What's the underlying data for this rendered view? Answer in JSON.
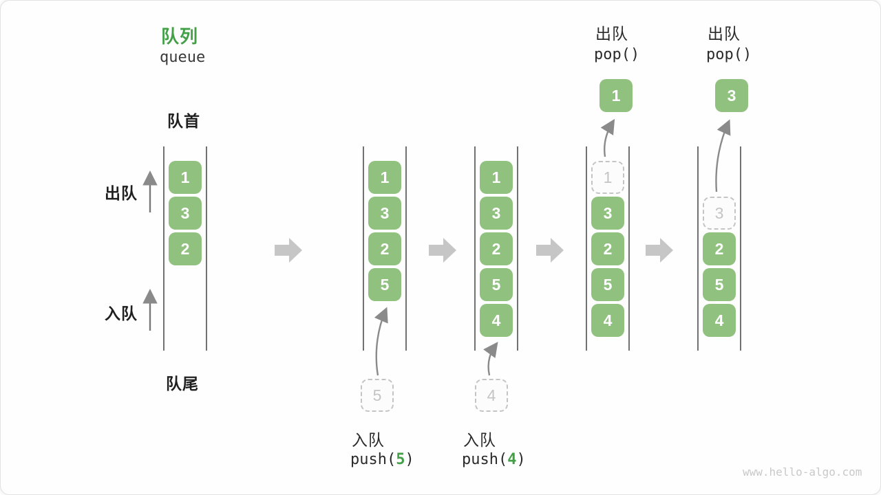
{
  "header": {
    "title": "队列",
    "subtitle": "queue"
  },
  "side_labels": {
    "front": "队首",
    "rear": "队尾",
    "dequeue": "出队",
    "enqueue": "入队"
  },
  "colors": {
    "box_green": "#90c17f",
    "accent_green": "#43a047",
    "block_arrow_gray": "#c6c6c6",
    "thin_arrow_gray": "#8a8a8a",
    "wall_line_gray": "#4d4d4d",
    "ghost_gray": "#c4c4c4",
    "text_dark": "#1f1f1f",
    "watermark_gray": "#c9c9c9"
  },
  "states": [
    {
      "items": [
        "1",
        "3",
        "2"
      ]
    },
    {
      "items": [
        "1",
        "3",
        "2",
        "5"
      ],
      "pending_value": "5",
      "op": {
        "label": "入队",
        "code_prefix": "push(",
        "code_arg": "5",
        "code_suffix": ")"
      }
    },
    {
      "items": [
        "1",
        "3",
        "2",
        "5",
        "4"
      ],
      "pending_value": "4",
      "op": {
        "label": "入队",
        "code_prefix": "push(",
        "code_arg": "4",
        "code_suffix": ")"
      }
    },
    {
      "ghost_value": "1",
      "items": [
        "3",
        "2",
        "5",
        "4"
      ],
      "popped_value": "1",
      "op": {
        "label": "出队",
        "code": "pop()"
      }
    },
    {
      "ghost_value": "3",
      "items": [
        "2",
        "5",
        "4"
      ],
      "popped_value": "3",
      "op": {
        "label": "出队",
        "code": "pop()"
      }
    }
  ],
  "footer": {
    "watermark": "www.hello-algo.com"
  }
}
